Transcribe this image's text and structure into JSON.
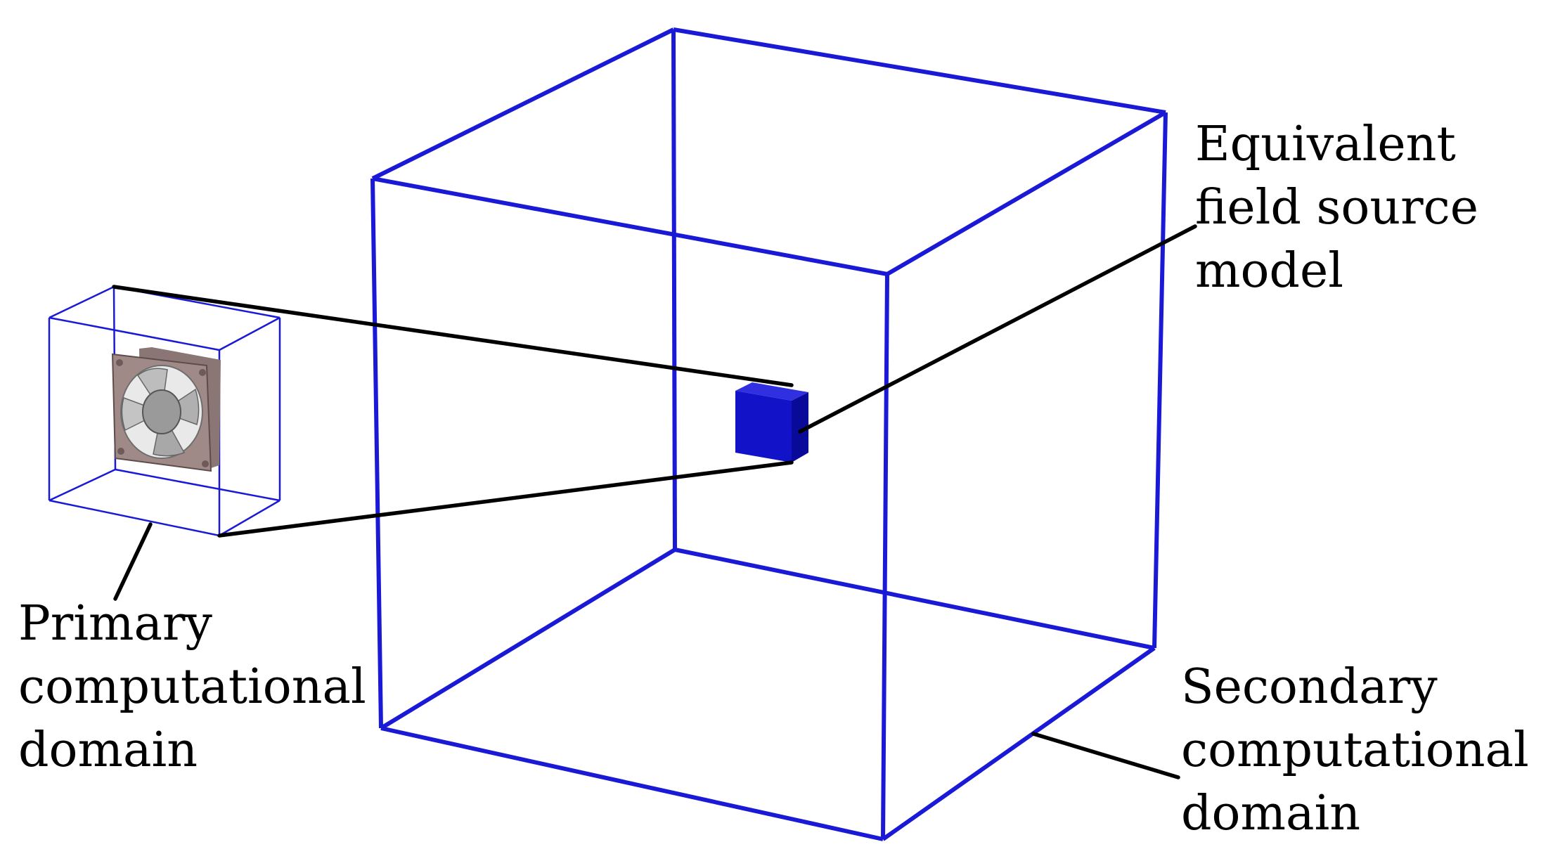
{
  "labels": {
    "equivalent": [
      "Equivalent",
      "field source",
      "model"
    ],
    "primary": [
      "Primary",
      "computational",
      "domain"
    ],
    "secondary": [
      "Secondary",
      "computational",
      "domain"
    ]
  },
  "colors": {
    "domain_blue": "#1a1ad6",
    "source_blue": "#1212c8",
    "leader": "#000000",
    "fan_frame": "#a08a88",
    "fan_blade": "#9a9a9a"
  },
  "icons": {
    "fan": "cooling-fan-icon"
  }
}
